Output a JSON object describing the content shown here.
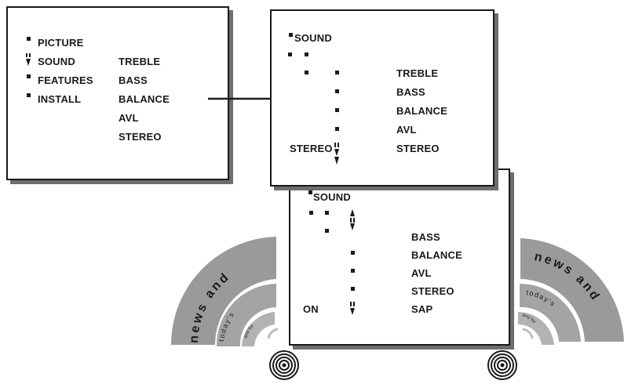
{
  "menu_main": {
    "items": [
      "PICTURE",
      "SOUND",
      "FEATURES",
      "INSTALL"
    ],
    "sound_submenu": [
      "TREBLE",
      "BASS",
      "BALANCE",
      "AVL",
      "STEREO"
    ]
  },
  "menu_sound": {
    "title": "SOUND",
    "items": [
      "TREBLE",
      "BASS",
      "BALANCE",
      "AVL",
      "STEREO"
    ],
    "value": "STEREO"
  },
  "menu_sound_scrolled": {
    "title": "SOUND",
    "items": [
      "BASS",
      "BALANCE",
      "AVL",
      "STEREO",
      "SAP"
    ],
    "value": "ON"
  },
  "broadcast_left": {
    "lines": [
      "news and",
      "today's",
      "and for"
    ]
  },
  "broadcast_right": {
    "lines": [
      "news and",
      "today's",
      "and for"
    ]
  },
  "colors": {
    "ink": "#1a1a1a",
    "shadow": "#6e6e6e",
    "wave_gray": "#9a9a9a"
  },
  "icons": [
    "bullet-icon",
    "scroll-down-icon",
    "scroll-updown-icon",
    "arrow-right-icon",
    "speaker-icon"
  ]
}
